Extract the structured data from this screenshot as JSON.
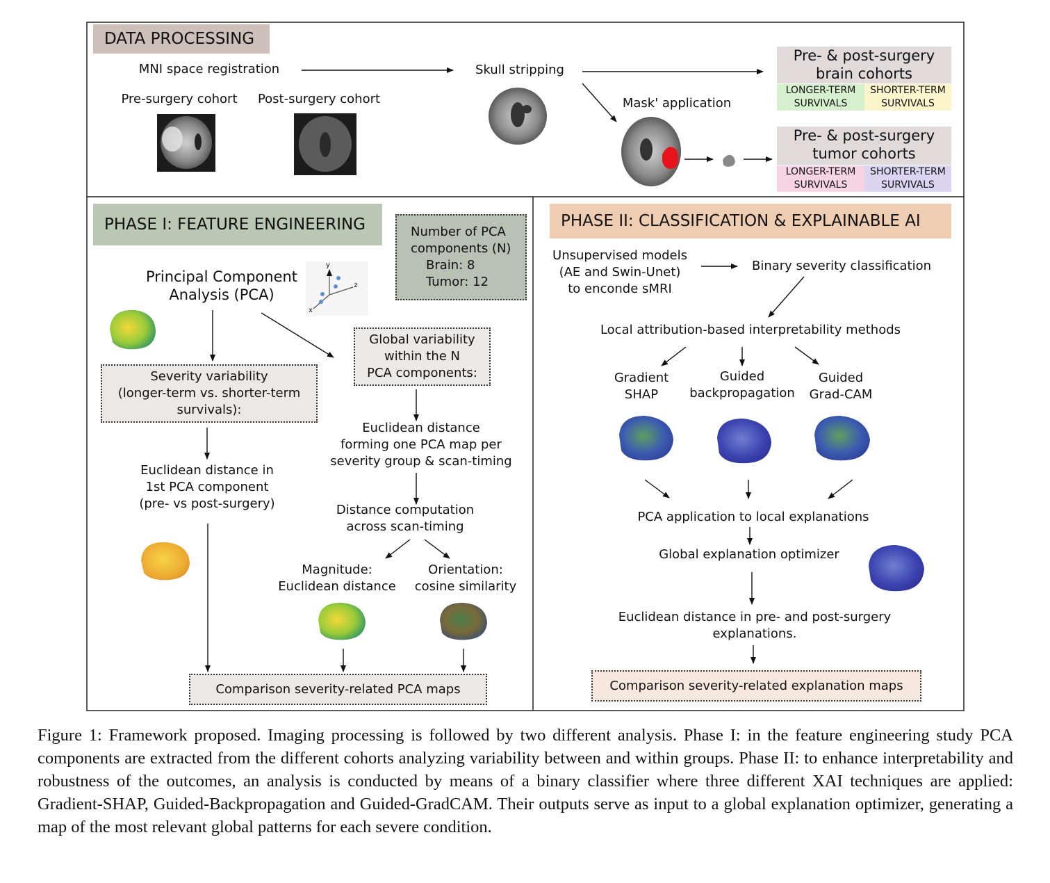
{
  "data_processing": {
    "header": "DATA PROCESSING",
    "mni": "MNI space registration",
    "pre_cohort": "Pre-surgery cohort",
    "post_cohort": "Post-surgery cohort",
    "skull": "Skull stripping",
    "mask": "Mask' application",
    "brain_cohorts": [
      "Pre- & post-surgery",
      "brain cohorts"
    ],
    "tumor_cohorts": [
      "Pre- & post-surgery",
      "tumor cohorts"
    ],
    "longer": [
      "LONGER-TERM",
      "SURVIVALS"
    ],
    "shorter": [
      "SHORTER-TERM",
      "SURVIVALS"
    ]
  },
  "phase1": {
    "header": "PHASE I: FEATURE ENGINEERING",
    "n_box": [
      "Number of PCA",
      "components (N)",
      "Brain: 8",
      "Tumor: 12"
    ],
    "pca": [
      "Principal Component",
      "Analysis (PCA)"
    ],
    "axis_x": "x",
    "axis_y": "y",
    "axis_z": "z",
    "severity": [
      "Severity variability",
      "(longer-term vs. shorter-term",
      "survivals):"
    ],
    "global": [
      "Global variability",
      "within the N",
      "PCA components:"
    ],
    "eucl1": [
      "Euclidean distance in",
      "1st PCA component",
      "(pre- vs post-surgery)"
    ],
    "eucl2": [
      "Euclidean distance",
      "forming one PCA map per",
      "severity group & scan-timing"
    ],
    "distcomp": [
      "Distance computation",
      "across scan-timing"
    ],
    "magnitude": [
      "Magnitude:",
      "Euclidean distance"
    ],
    "orientation": [
      "Orientation:",
      "cosine similarity"
    ],
    "comparison": "Comparison severity-related PCA maps"
  },
  "phase2": {
    "header": "PHASE II: CLASSIFICATION & EXPLAINABLE AI",
    "unsup": [
      "Unsupervised models",
      "(AE and Swin-Unet)",
      "to enconde sMRI"
    ],
    "binary": "Binary severity classification",
    "local": "Local attribution-based interpretability methods",
    "gshap": [
      "Gradient",
      "SHAP"
    ],
    "gbp": [
      "Guided",
      "backpropagation"
    ],
    "gcam": [
      "Guided",
      "Grad-CAM"
    ],
    "pca_app": "PCA application to local explanations",
    "optimizer": "Global explanation optimizer",
    "eucl": [
      "Euclidean distance in pre- and post-surgery",
      "explanations."
    ],
    "comparison": "Comparison severity-related explanation maps"
  },
  "colors": {
    "dp_header": "#cdbfb9",
    "p1_header": "#b9c7b4",
    "p2_header": "#eecdb3",
    "n_box": "#b9c1b4",
    "gray_box": "#ece8e6",
    "p2_box": "#f7e8df",
    "longer_brain": "#d6efcc",
    "shorter_brain": "#fcf5cc",
    "longer_tumor": "#f7d4e3",
    "shorter_tumor": "#dcd5f2",
    "tumor_red": "#e8141c"
  },
  "caption": "Figure 1: Framework proposed. Imaging processing is followed by two different analysis. Phase I: in the feature engineering study PCA components are extracted from the different cohorts analyzing variability between and within groups. Phase II: to enhance interpretability and robustness of the outcomes, an analysis is conducted by means of a binary classifier where three different XAI techniques are applied: Gradient-SHAP, Guided-Backpropagation and Guided-GradCAM. Their outputs serve as input to a global explanation optimizer, generating a map of the most relevant global patterns for each severe condition."
}
